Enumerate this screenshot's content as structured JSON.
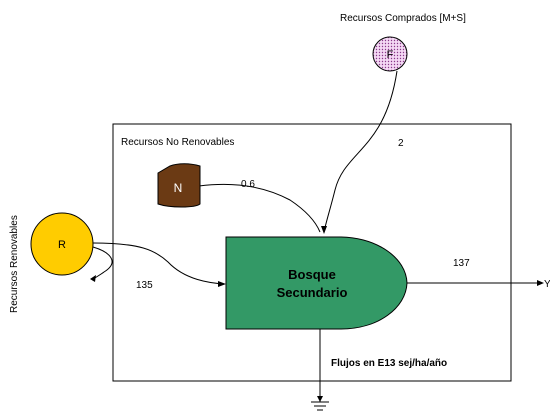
{
  "labels": {
    "purchased_resources": "Recursos Comprados [M+S]",
    "non_renewable_resources": "Recursos No Renovables",
    "renewable_resources": "Recursos Renovables",
    "units_note": "Flujos en E13 sej/ha/año",
    "output_symbol": "Y"
  },
  "nodes": {
    "renewable_source": {
      "label": "R",
      "color": "#FFCC00"
    },
    "nonrenewable_storage": {
      "label": "N",
      "color": "#6B3A14"
    },
    "purchased_source": {
      "label": "F",
      "color": "#F2CCF2"
    },
    "production": {
      "line1": "Bosque",
      "line2": "Secundario",
      "color": "#339966"
    }
  },
  "flows": {
    "renewable_in": "135",
    "nonrenewable_in": "0.6",
    "purchased_in": "2",
    "output": "137"
  }
}
